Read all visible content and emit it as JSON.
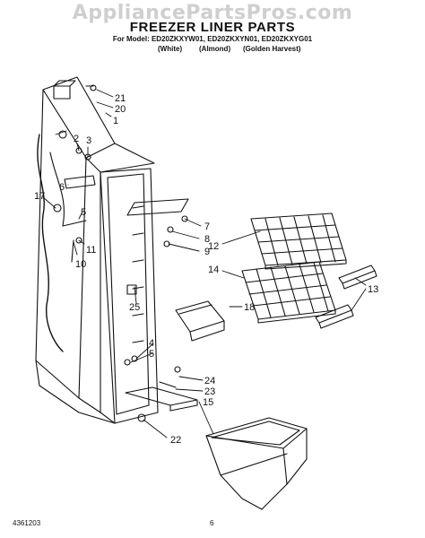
{
  "watermark": "AppliancePartsPros.com",
  "header": {
    "title": "FREEZER LINER PARTS",
    "model_line": "For Model: ED20ZKXYW01, ED20ZKXYN01, ED20ZKXYG01",
    "color_white": "(White)",
    "color_almond": "(Almond)",
    "color_golden": "(Golden Harvest)"
  },
  "callouts": [
    "21",
    "20",
    "1",
    "2",
    "3",
    "6",
    "17",
    "5",
    "11",
    "10",
    "7",
    "8",
    "9",
    "12",
    "14",
    "13",
    "25",
    "18",
    "4",
    "5",
    "24",
    "23",
    "15",
    "22"
  ],
  "footer": {
    "doc_number": "4361203",
    "page": "6"
  }
}
